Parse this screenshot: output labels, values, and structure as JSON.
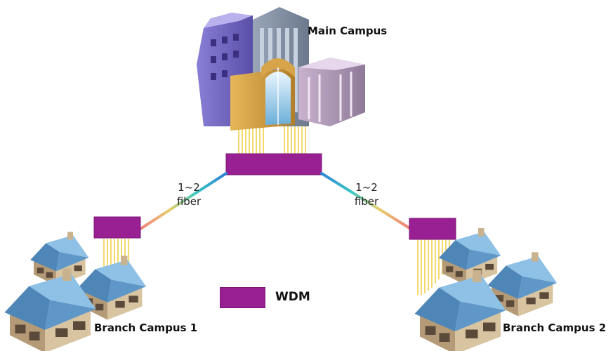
{
  "labels": {
    "main_campus": "Main Campus",
    "branch_1": "Branch Campus 1",
    "branch_2": "Branch Campus 2",
    "fiber_left_count": "1~2",
    "fiber_left_word": "fiber",
    "fiber_right_count": "1~2",
    "fiber_right_word": "fiber"
  },
  "legend": {
    "label": "WDM"
  },
  "colors": {
    "wdm": "#992093",
    "fiber_strands": "#f3cc3a",
    "fiber_gradient": [
      "#992093",
      "#2f7fd9",
      "#39c9c4",
      "#f0b45a",
      "#f07b7b"
    ]
  },
  "icons": {
    "main_campus": "office-buildings-icon",
    "branch_campus": "houses-icon"
  }
}
